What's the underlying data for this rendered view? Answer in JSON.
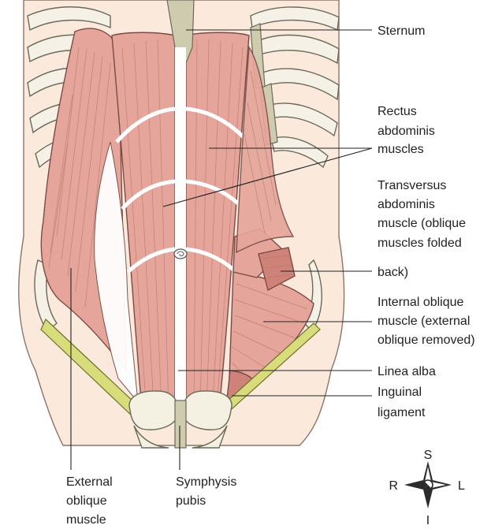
{
  "labels": {
    "sternum": "Sternum",
    "rectus_1": "Rectus",
    "rectus_2": "abdominis",
    "rectus_3": "muscles",
    "transversus_1": "Transversus",
    "transversus_2": "abdominis",
    "transversus_3": "muscle (oblique",
    "transversus_4": "muscles folded",
    "transversus_5": "back)",
    "internal_1": "Internal oblique",
    "internal_2": "muscle (external",
    "internal_3": "oblique removed)",
    "linea_alba": "Linea alba",
    "inguinal_1": "Inguinal",
    "inguinal_2": "ligament",
    "external_1": "External",
    "external_2": "oblique",
    "external_3": "muscle",
    "symphysis_1": "Symphysis",
    "symphysis_2": "pubis"
  },
  "compass": {
    "superior": "S",
    "inferior": "I",
    "right": "R",
    "left": "L"
  },
  "colors": {
    "muscle": "#e6a59a",
    "muscle_dark": "#cf8378",
    "rib": "#f5f1e6",
    "cartilage": "#cfcbaf",
    "ligament": "#d8dc7a",
    "skin": "#fbe9dc"
  }
}
